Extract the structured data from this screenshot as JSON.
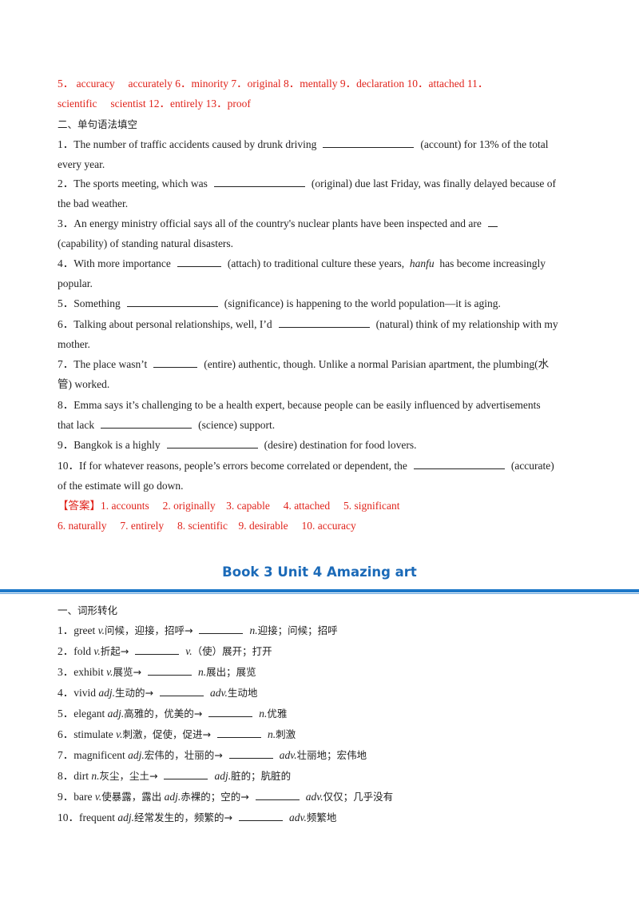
{
  "top_answers": {
    "line1": "5． accuracy　 accurately  6．minority  7．original  8．mentally  9．declaration  10．attached  11．",
    "line2": "scientific　 scientist  12．entirely  13．proof"
  },
  "section2": {
    "heading": "二、单句语法填空",
    "q1a": "1．The number of traffic accidents caused by drunk driving",
    "q1b": "(account) for 13% of the total",
    "q1c": "every year.",
    "q2a": "2．The sports meeting, which was",
    "q2b": "(original) due last Friday, was finally delayed because of",
    "q2c": "the bad weather.",
    "q3a": "3．An energy ministry official says all of the country's nuclear plants have been inspected and are",
    "q3c": "(capability) of standing natural disasters.",
    "q4a": "4．With more importance",
    "q4b": "(attach) to traditional culture these years,",
    "q4i": "hanfu",
    "q4d": "has become increasingly",
    "q4c": "popular.",
    "q5a": "5．Something",
    "q5b": "(significance) is happening to the world population—it is aging.",
    "q6a": "6．Talking about personal relationships, well, I’d",
    "q6b": "(natural) think of my relationship with my",
    "q6c": "mother.",
    "q7a": "7．The place wasn’t",
    "q7b": "(entire) authentic, though. Unlike a normal Parisian apartment, the plumbing(水",
    "q7c": "管) worked.",
    "q8a": "8．Emma says it’s challenging to be a health expert, because people can be easily influenced by advertisements",
    "q8b": "that lack",
    "q8c": "(science) support.",
    "q9a": "9．Bangkok is a highly",
    "q9b": "(desire) destination for food lovers.",
    "q10a": "10．If for whatever reasons, people’s errors become correlated or dependent, the",
    "q10b": "(accurate)",
    "q10c": "of the estimate will go down.",
    "answer_line1": "【答案】1. accounts　 2. originally　3. capable　 4. attached　 5. significant",
    "answer_line2": "6. naturally　 7. entirely　 8. scientific　9. desirable　 10. accuracy"
  },
  "unit_title": "Book  3  Unit 4 Amazing art",
  "section3": {
    "heading": "一、词形转化",
    "items": [
      {
        "pre": "1．greet",
        "pos1": "v.",
        "cn1": "问候，迎接，招呼→",
        "pos2": "n.",
        "cn2": "迎接；问候；招呼"
      },
      {
        "pre": "2．fold",
        "pos1": "v.",
        "cn1": "折起→",
        "pos2": "v.",
        "cn2": "（使）展开；打开"
      },
      {
        "pre": "3．exhibit",
        "pos1": "v.",
        "cn1": "展览→",
        "pos2": "n.",
        "cn2": "展出；展览"
      },
      {
        "pre": "4．vivid",
        "pos1": "adj.",
        "cn1": "生动的→",
        "pos2": "adv.",
        "cn2": "生动地"
      },
      {
        "pre": "5．elegant",
        "pos1": "adj.",
        "cn1": "高雅的，优美的→",
        "pos2": "n.",
        "cn2": "优雅"
      },
      {
        "pre": "6．stimulate",
        "pos1": "v.",
        "cn1": "刺激，促使，促进→",
        "pos2": "n.",
        "cn2": "刺激"
      },
      {
        "pre": "7．magnificent",
        "pos1": "adj.",
        "cn1": "宏伟的，壮丽的→",
        "pos2": "adv.",
        "cn2": "壮丽地；宏伟地"
      },
      {
        "pre": "8．dirt",
        "pos1": "n.",
        "cn1": "灰尘，尘土→",
        "pos2": "adj.",
        "cn2": "脏的；肮脏的"
      },
      {
        "pre": "9．bare",
        "pos1": "v.",
        "cn1": "使暴露，露出",
        "pos1b": "adj.",
        "cn1b": "赤裸的；空的→",
        "pos2": "adv.",
        "cn2": "仅仅；几乎没有"
      },
      {
        "pre": "10．frequent",
        "pos1": "adj.",
        "cn1": "经常发生的，频繁的→",
        "pos2": "adv.",
        "cn2": "频繁地"
      }
    ]
  }
}
